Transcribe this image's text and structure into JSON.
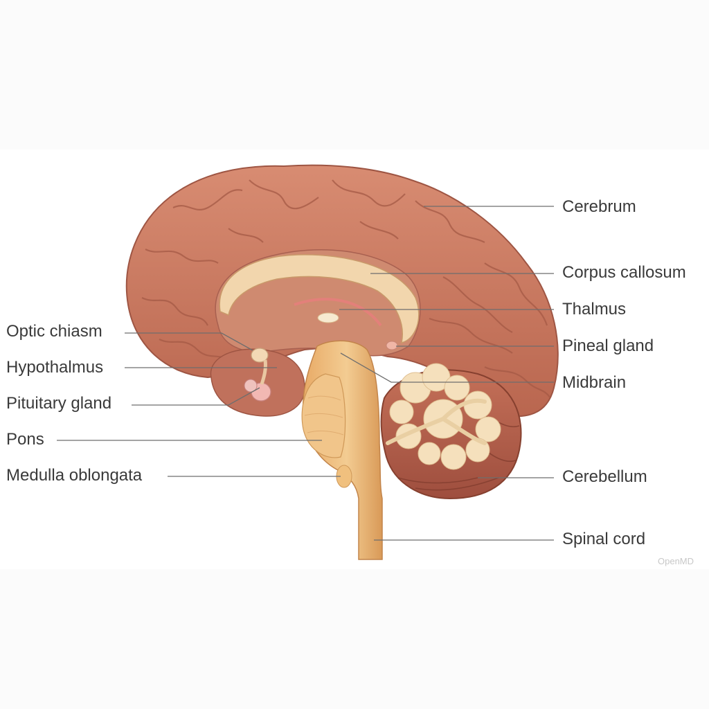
{
  "diagram": {
    "labels": {
      "cerebrum": "Cerebrum",
      "corpus_callosum": "Corpus callosum",
      "thalmus": "Thalmus",
      "pineal_gland": "Pineal gland",
      "midbrain": "Midbrain",
      "cerebellum": "Cerebellum",
      "spinal_cord": "Spinal cord",
      "optic_chiasm": "Optic chiasm",
      "hypothalmus": "Hypothalmus",
      "pituitary_gland": "Pituitary gland",
      "pons": "Pons",
      "medulla_oblongata": "Medulla oblongata"
    },
    "watermark": "OpenMD",
    "colors": {
      "cortex": "#c97a62",
      "cortex_shadow": "#a35a46",
      "white_matter": "#f1d6ae",
      "brainstem": "#e9b577",
      "cerebellum_tree": "#f6e2c0",
      "leader_line": "#6e6e6e"
    }
  }
}
